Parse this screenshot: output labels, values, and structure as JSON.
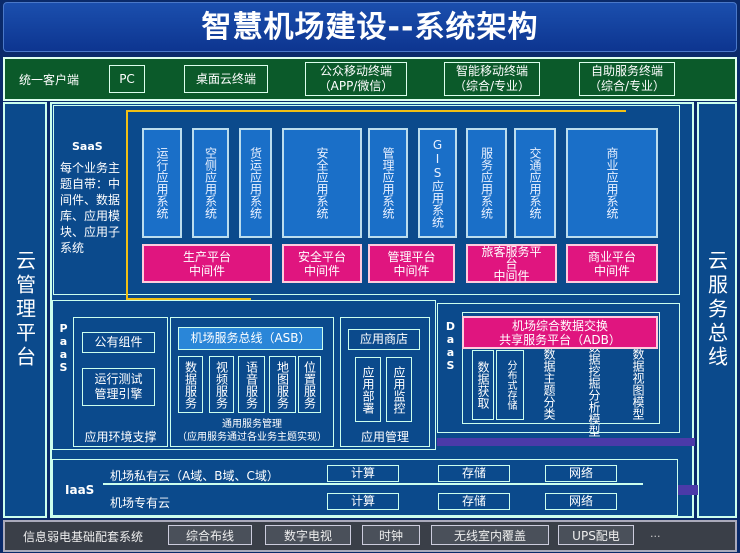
{
  "title": "智慧机场建设--系统架构",
  "client": {
    "label": "统一客户端",
    "items": [
      "PC",
      "桌面云终端",
      "公众移动终端\n（APP/微信）",
      "智能移动终端\n（综合/专业）",
      "自助服务终端\n（综合/专业）"
    ]
  },
  "left_side": "云管理平台",
  "right_side": "云服务总线",
  "saas": {
    "label": "SaaS",
    "desc": "每个业务主题自带：中间件、数据库、应用模块、应用子系统",
    "apps": [
      "运行应用系统",
      "空侧应用系统",
      "货运应用系统",
      "安全应用系统",
      "管理应用系统",
      "GIS应用系统",
      "服务应用系统",
      "交通应用系统",
      "商业应用系统"
    ],
    "middleware": [
      "生产平台\n中间件",
      "安全平台\n中间件",
      "管理平台\n中间件",
      "旅客服务平\n台\n中间件",
      "商业平台\n中间件"
    ]
  },
  "paas": {
    "label": "PaaS",
    "env": {
      "items": [
        "公有组件",
        "运行测试\n管理引擎"
      ],
      "caption": "应用环境支撑"
    },
    "asb": {
      "title": "机场服务总线（ASB）",
      "services": [
        "数据服务",
        "视频服务",
        "语音服务",
        "地图服务",
        "位置服务"
      ],
      "caption": "通用服务管理\n（应用服务通过各业务主题实现）"
    },
    "appmgmt": {
      "store": "应用商店",
      "items": [
        "应用部署",
        "应用监控"
      ],
      "caption": "应用管理"
    }
  },
  "daas": {
    "label": "DaaS",
    "adb": "机场综合数据交换\n共享服务平台（ADB）",
    "items": [
      "数据获取",
      "分布式存储",
      "数据主题分类",
      "数据挖掘分析模型",
      "数据视图模型"
    ]
  },
  "iaas": {
    "label": "IaaS",
    "rows": [
      {
        "name": "机场私有云（A域、B域、C域）",
        "items": [
          "计算",
          "存储",
          "网络"
        ]
      },
      {
        "name": "机场专有云",
        "items": [
          "计算",
          "存储",
          "网络"
        ]
      }
    ]
  },
  "infra": {
    "label": "信息弱电基础配套系统",
    "items": [
      "综合布线",
      "数字电视",
      "时钟",
      "无线室内覆盖",
      "UPS配电",
      "..."
    ]
  },
  "colors": {
    "title_bg": "#0d3590",
    "client_bg": "#0b5a2a",
    "panel": "#0b4a8c",
    "app": "#1a6fc8",
    "middleware": "#e0157f",
    "bus_arrow": "#4b3aa8",
    "connector": "#f2c014",
    "infra_bg": "#3a3f48"
  }
}
